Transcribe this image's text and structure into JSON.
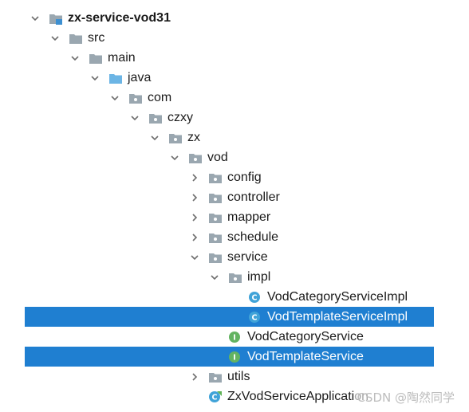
{
  "tree": {
    "rows": [
      {
        "label": "zx-service-vod31",
        "indent": 0,
        "arrow": "down",
        "icon": "module",
        "bold": true
      },
      {
        "label": "src",
        "indent": 1,
        "arrow": "down",
        "icon": "folder"
      },
      {
        "label": "main",
        "indent": 2,
        "arrow": "down",
        "icon": "folder"
      },
      {
        "label": "java",
        "indent": 3,
        "arrow": "down",
        "icon": "source-folder"
      },
      {
        "label": "com",
        "indent": 4,
        "arrow": "down",
        "icon": "package"
      },
      {
        "label": "czxy",
        "indent": 5,
        "arrow": "down",
        "icon": "package"
      },
      {
        "label": "zx",
        "indent": 6,
        "arrow": "down",
        "icon": "package"
      },
      {
        "label": "vod",
        "indent": 7,
        "arrow": "down",
        "icon": "package"
      },
      {
        "label": "config",
        "indent": 8,
        "arrow": "right",
        "icon": "package"
      },
      {
        "label": "controller",
        "indent": 8,
        "arrow": "right",
        "icon": "package"
      },
      {
        "label": "mapper",
        "indent": 8,
        "arrow": "right",
        "icon": "package"
      },
      {
        "label": "schedule",
        "indent": 8,
        "arrow": "right",
        "icon": "package"
      },
      {
        "label": "service",
        "indent": 8,
        "arrow": "down",
        "icon": "package"
      },
      {
        "label": "impl",
        "indent": 9,
        "arrow": "down",
        "icon": "package"
      },
      {
        "label": "VodCategoryServiceImpl",
        "indent": 10,
        "arrow": "none",
        "icon": "class"
      },
      {
        "label": "VodTemplateServiceImpl",
        "indent": 10,
        "arrow": "none",
        "icon": "class",
        "selected": true,
        "selClass": "sel-impl"
      },
      {
        "label": "VodCategoryService",
        "indent": 9,
        "arrow": "none",
        "icon": "interface"
      },
      {
        "label": "VodTemplateService",
        "indent": 9,
        "arrow": "none",
        "icon": "interface",
        "selected": true,
        "selClass": "sel-svc"
      },
      {
        "label": "utils",
        "indent": 8,
        "arrow": "right",
        "icon": "package"
      },
      {
        "label": "ZxVodServiceApplication",
        "indent": 8,
        "arrow": "none",
        "icon": "spring-class"
      }
    ]
  },
  "watermark": "CSDN @陶然同学",
  "colors": {
    "selection": "#1f7fd1",
    "folder": "#9aa7b0",
    "source_folder": "#6cb5e5",
    "class_icon": "#40a3d8",
    "interface_icon": "#63b361"
  }
}
